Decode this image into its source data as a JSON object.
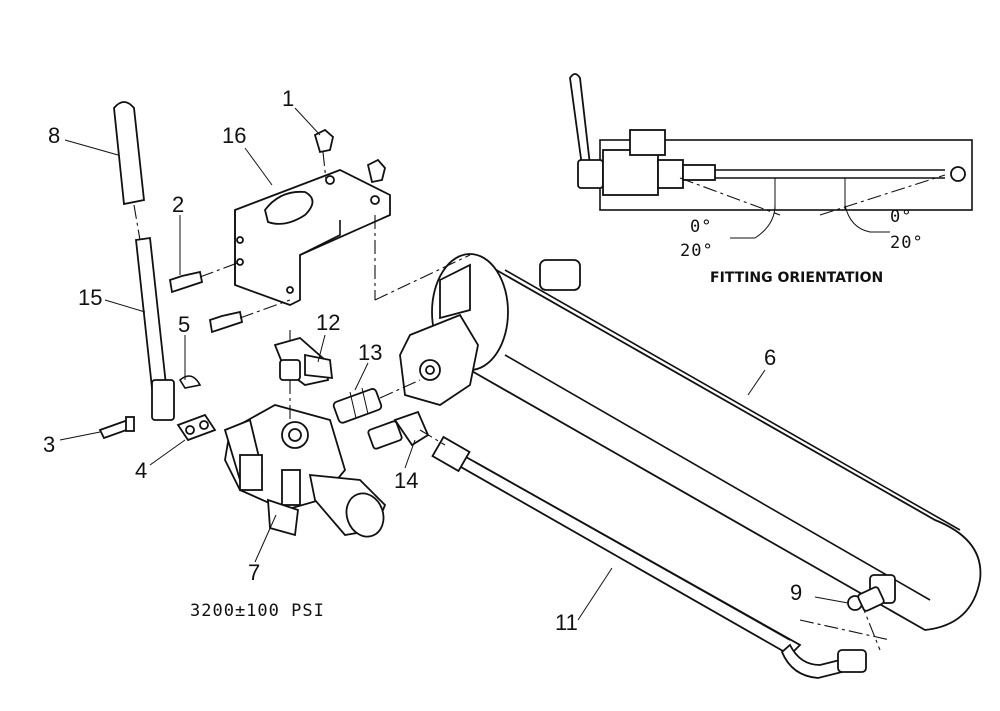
{
  "callouts": {
    "c1": "1",
    "c2": "2",
    "c3": "3",
    "c4": "4",
    "c5": "5",
    "c6": "6",
    "c7": "7",
    "c8": "8",
    "c9": "9",
    "c11": "11",
    "c12": "12",
    "c13": "13",
    "c14": "14",
    "c15": "15",
    "c16": "16"
  },
  "pressure_note": "3200±100 PSI",
  "inset": {
    "caption": "FITTING ORIENTATION",
    "left_angle_0": "0°",
    "left_angle_20": "20°",
    "right_angle_0": "0°",
    "right_angle_20": "20°"
  }
}
